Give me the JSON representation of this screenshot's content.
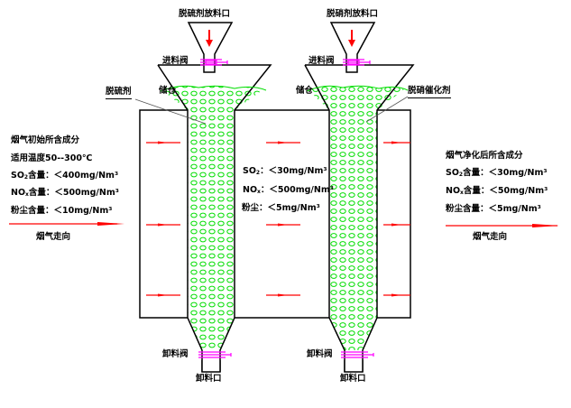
{
  "title": "烟气脱硫脱硝工艺流程示意图",
  "colors": {
    "outline": "#000000",
    "arrow": "#ff0000",
    "packing": "#00dd00",
    "valve": "#ff00ff",
    "leader": "#555555"
  },
  "hoppers": {
    "desulfurization_inlet": "脱硫剂放料口",
    "denitration_inlet": "脱硝剂放料口"
  },
  "valves": {
    "left_feed_valve": "进料阀",
    "right_feed_valve": "进料阀",
    "left_discharge_valve": "卸料阀",
    "right_discharge_valve": "卸料阀"
  },
  "bins": {
    "left_storage": "储仓",
    "right_storage": "储仓"
  },
  "outlets": {
    "left": "卸料口",
    "right": "卸料口"
  },
  "materials": {
    "desulfurizer": "脱硫剂",
    "denitration_catalyst": "脱硝催化剂"
  },
  "inlet_gas": {
    "heading": "烟气初始所含成分",
    "temperature": "适用温度50--300℃",
    "so2": {
      "label": "SO",
      "sub": "2",
      "suffix": "含量：＜400mg/Nm³"
    },
    "nox": {
      "label": "NO",
      "sub": "x",
      "suffix": "含量：＜500mg/Nm³"
    },
    "dust": "粉尘含量：＜10mg/Nm³",
    "flow": "烟气走向"
  },
  "middle_gas": {
    "so2": {
      "label": "SO",
      "sub": "2",
      "suffix": "：＜30mg/Nm³"
    },
    "nox": {
      "label": "NO",
      "sub": "x",
      "suffix": "：＜500mg/Nm³"
    },
    "dust": "粉尘：＜5mg/Nm³"
  },
  "outlet_gas": {
    "heading": "烟气净化后所含成分",
    "so2": {
      "label": "SO",
      "sub": "2",
      "suffix": "含量：＜30mg/Nm³"
    },
    "nox": {
      "label": "NO",
      "sub": "x",
      "suffix": "含量：＜50mg/Nm³"
    },
    "dust": "粉尘含量：＜5mg/Nm³",
    "flow": "烟气走向"
  }
}
